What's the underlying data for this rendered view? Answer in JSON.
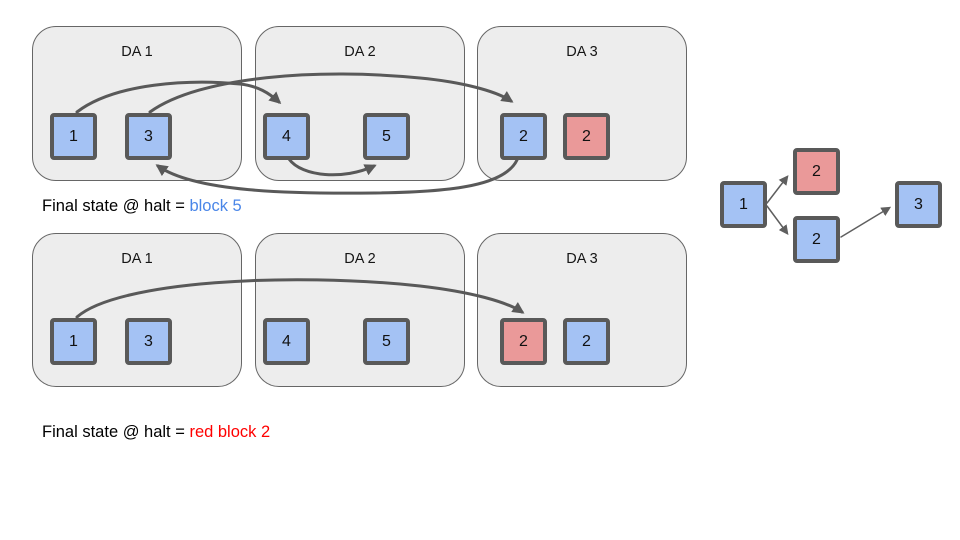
{
  "rows": [
    {
      "das": [
        {
          "title": "DA 1",
          "blocks": [
            {
              "label": "1",
              "color": "blue"
            },
            {
              "label": "3",
              "color": "blue"
            }
          ]
        },
        {
          "title": "DA 2",
          "blocks": [
            {
              "label": "4",
              "color": "blue"
            },
            {
              "label": "5",
              "color": "blue"
            }
          ]
        },
        {
          "title": "DA 3",
          "blocks": [
            {
              "label": "2",
              "color": "blue"
            },
            {
              "label": "2",
              "color": "red"
            }
          ]
        }
      ],
      "edges": [
        "1 -> 4",
        "3 -> 2 (blue)",
        "4 -> 5",
        "2 (blue) -> 3"
      ],
      "caption_prefix": "Final state @ halt = ",
      "caption_value": "block 5",
      "caption_value_color": "#4a86e8"
    },
    {
      "das": [
        {
          "title": "DA 1",
          "blocks": [
            {
              "label": "1",
              "color": "blue"
            },
            {
              "label": "3",
              "color": "blue"
            }
          ]
        },
        {
          "title": "DA 2",
          "blocks": [
            {
              "label": "4",
              "color": "blue"
            },
            {
              "label": "5",
              "color": "blue"
            }
          ]
        },
        {
          "title": "DA 3",
          "blocks": [
            {
              "label": "2",
              "color": "red"
            },
            {
              "label": "2",
              "color": "blue"
            }
          ]
        }
      ],
      "edges": [
        "1 -> 2 (red)"
      ],
      "caption_prefix": "Final state @ halt = ",
      "caption_value": "red block 2",
      "caption_value_color": "#ff0000"
    }
  ],
  "dag": {
    "nodes": [
      {
        "label": "1",
        "color": "blue"
      },
      {
        "label": "2",
        "color": "red"
      },
      {
        "label": "2",
        "color": "blue"
      },
      {
        "label": "3",
        "color": "blue"
      }
    ],
    "edges": [
      "1 -> 2 (red)",
      "1 -> 2 (blue)",
      "2 (blue) -> 3"
    ]
  },
  "colors": {
    "block_blue": "#a4c2f4",
    "block_red": "#ea9999",
    "block_border": "#595959",
    "container_fill": "#ededed",
    "container_border": "#666666",
    "arrow": "#595959",
    "highlight_blue": "#4a86e8",
    "highlight_red": "#ff0000"
  }
}
